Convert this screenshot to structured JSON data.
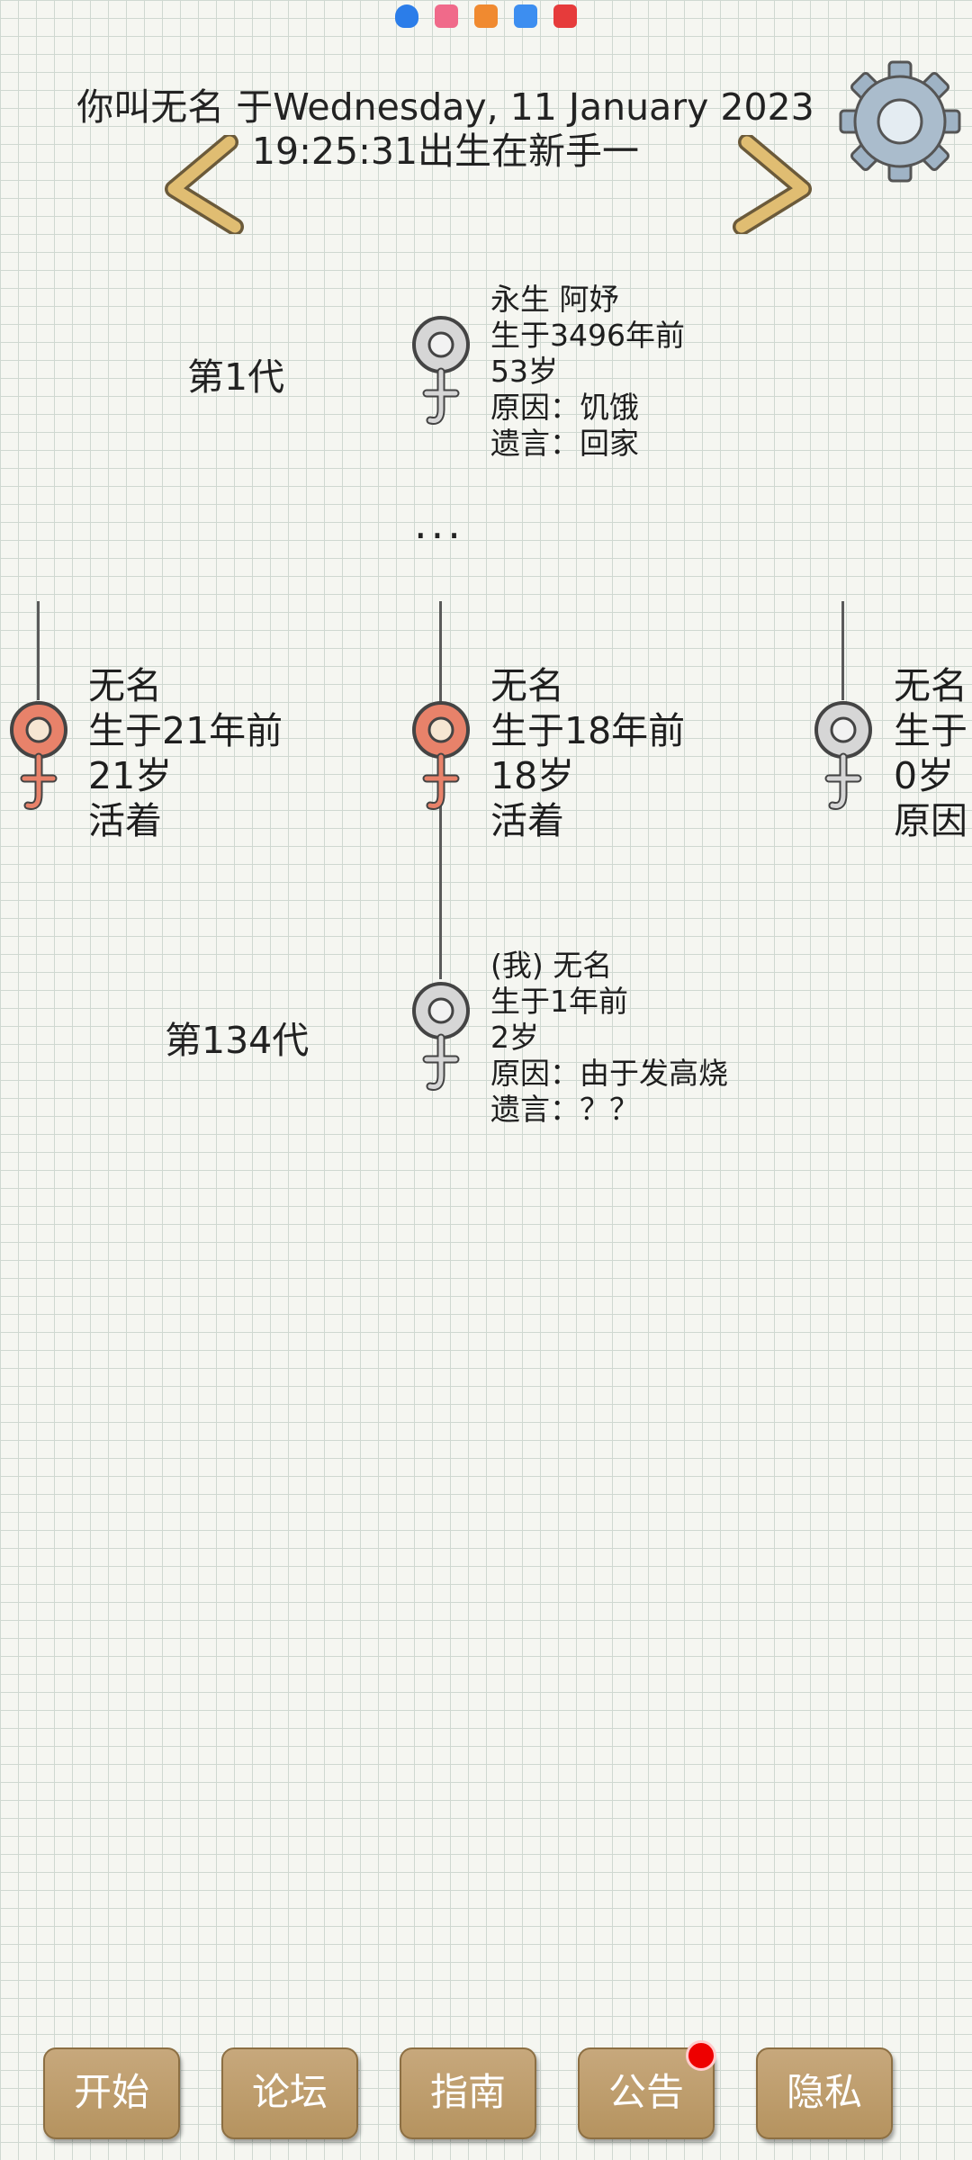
{
  "header": {
    "title_line1": "你叫无名 于Wednesday, 11 January 2023",
    "title_line2": "19:25:31出生在新手一"
  },
  "generations": {
    "first_label": "第1代",
    "last_label": "第134代",
    "ellipsis": "..."
  },
  "ancestor": {
    "name": "永生 阿妤",
    "born": "生于3496年前",
    "age": "53岁",
    "cause": "原因：饥饿",
    "last_words": "遗言：回家"
  },
  "siblings": [
    {
      "name": "无名",
      "born": "生于21年前",
      "age": "21岁",
      "status": "活着"
    },
    {
      "name": "无名",
      "born": "生于18年前",
      "age": "18岁",
      "status": "活着"
    },
    {
      "name": "无名",
      "born": "生于",
      "age": "0岁",
      "status": "原因"
    }
  ],
  "self": {
    "name": "(我) 无名",
    "born": "生于1年前",
    "age": "2岁",
    "cause": "原因：由于发高烧",
    "last_words": "遗言：？？"
  },
  "bottom_nav": [
    {
      "label": "开始"
    },
    {
      "label": "论坛"
    },
    {
      "label": "指南"
    },
    {
      "label": "公告"
    },
    {
      "label": "隐私"
    }
  ],
  "colors": {
    "button_bg": "#b5935f",
    "badge": "#e00000",
    "alive_icon": "#e8826a",
    "dead_icon": "#d9d9d9"
  }
}
